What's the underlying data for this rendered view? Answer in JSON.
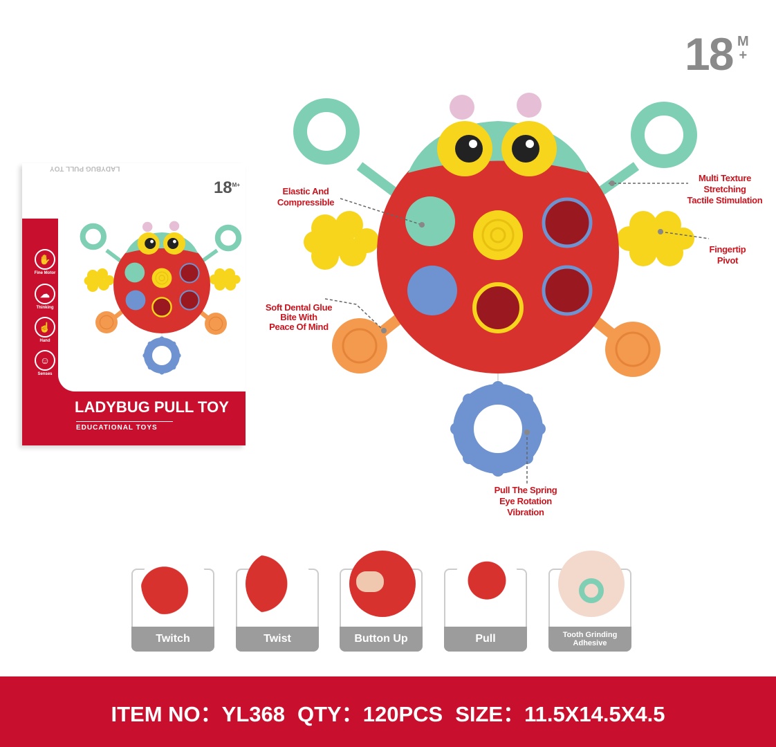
{
  "age_badge": {
    "number": "18",
    "unit": "M",
    "plus": "+"
  },
  "annotations": {
    "elastic": [
      "Elastic And",
      "Compressible"
    ],
    "multi": [
      "Multi Texture",
      "Stretching",
      "Tactile Stimulation"
    ],
    "fingertip": [
      "Fingertip",
      "Pivot"
    ],
    "dental": [
      "Soft Dental Glue",
      "Bite With",
      "Peace Of Mind"
    ],
    "pull": [
      "Pull The Spring",
      "Eye Rotation",
      "Vibration"
    ]
  },
  "box": {
    "age": "18",
    "age_sup": "M+",
    "title": "LADYBUG PULL TOY",
    "subtitle": "EDUCATIONAL TOYS",
    "top_text": "LADYBUG PULL TOY",
    "features": [
      "Fine Motor",
      "Thinking",
      "Hand",
      "Senses"
    ]
  },
  "cards": [
    "Twitch",
    "Twist",
    "Button Up",
    "Pull",
    "Tooth Grinding Adhesive"
  ],
  "banner": {
    "item_label": "ITEM NO：",
    "item": "YL368",
    "qty_label": "QTY：",
    "qty": "120PCS",
    "size_label": "SIZE：",
    "size": "11.5X14.5X4.5"
  },
  "colors": {
    "red": "#c8102e",
    "body": "#d8322e",
    "teal": "#7fcfb4",
    "yellow": "#f7d51d",
    "blue": "#6f93d0",
    "orange": "#f39a4f",
    "pink": "#e6bfd6"
  }
}
